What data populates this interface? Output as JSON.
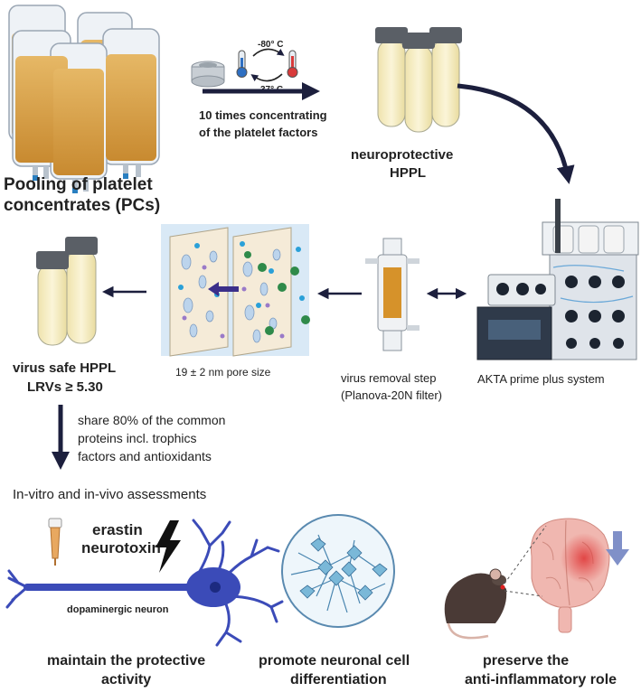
{
  "labels": {
    "pooling_line1": "Pooling of platelet",
    "pooling_line2": "concentrates (PCs)",
    "temp_cold": "-80° C",
    "temp_warm": "37° C",
    "concentrate_line1": "10 times concentrating",
    "concentrate_line2": "of the platelet factors",
    "hppl_line1": "neuroprotective",
    "hppl_line2": "HPPL",
    "virus_safe_line1": "virus safe HPPL",
    "virus_safe_line2": "LRVs ≥ 5.30",
    "pore_size": "19 ± 2 nm pore size",
    "virus_removal_line1": "virus removal step",
    "virus_removal_line2": "(Planova-20N filter)",
    "akta": "AKTA prime plus system",
    "share_line1": "share 80% of the common",
    "share_line2": "proteins incl. trophics",
    "share_line3": "factors and antioxidants",
    "assessments": "In-vitro and in-vivo assessments",
    "erastin": "erastin",
    "neurotoxin": "neurotoxin",
    "neuron": "dopaminergic neuron",
    "outcome1_line1": "maintain the protective",
    "outcome1_line2": "activity",
    "outcome2_line1": "promote neuronal cell",
    "outcome2_line2": "differentiation",
    "outcome3_line1": "preserve the",
    "outcome3_line2": "anti-inflammatory role"
  },
  "colors": {
    "arrow": "#1c1f3d",
    "plasma": "#d8a24a",
    "hppl": "#f4e8b6",
    "neuron": "#3b4bb8",
    "cells": "#7ab8d8",
    "brain": "#f0b7b0",
    "down_arrow": "#8090c8"
  }
}
